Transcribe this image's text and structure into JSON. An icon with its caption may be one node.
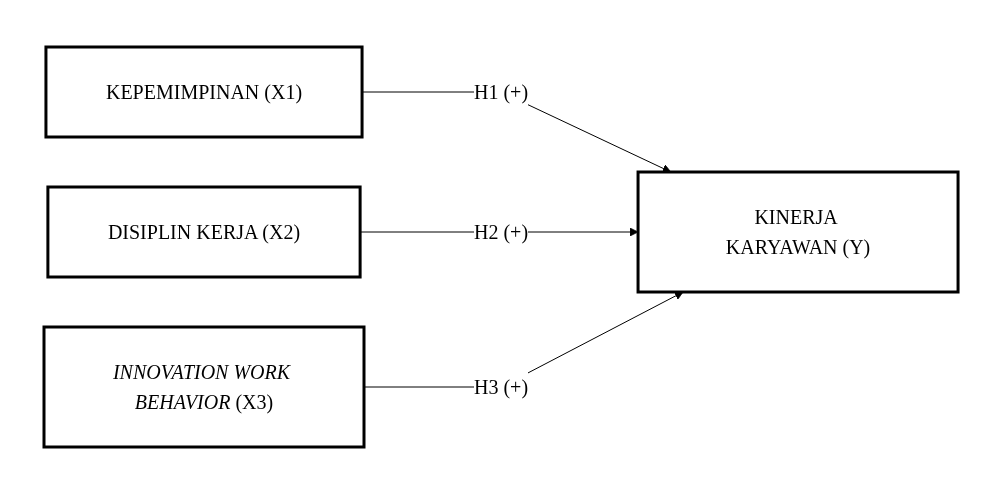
{
  "diagram": {
    "nodes": [
      {
        "text": [
          "KEPEMIMPINAN (X1)"
        ]
      },
      {
        "text": [
          "DISIPLIN KERJA (X2)"
        ]
      },
      {
        "text": [
          "*INNOVATION WORK BEHAVIOR* (X3)"
        ]
      },
      {
        "text": [
          "KINERJA KARYAWAN (Y)"
        ]
      }
    ],
    "edges": [
      {
        "from": 0,
        "to": 3,
        "arrow": "to",
        "label": "H1 (+)"
      },
      {
        "from": 1,
        "to": 3,
        "arrow": "to",
        "label": "H2 (+)"
      },
      {
        "from": 2,
        "to": 3,
        "arrow": "to",
        "label": "H3 (+)"
      }
    ]
  }
}
